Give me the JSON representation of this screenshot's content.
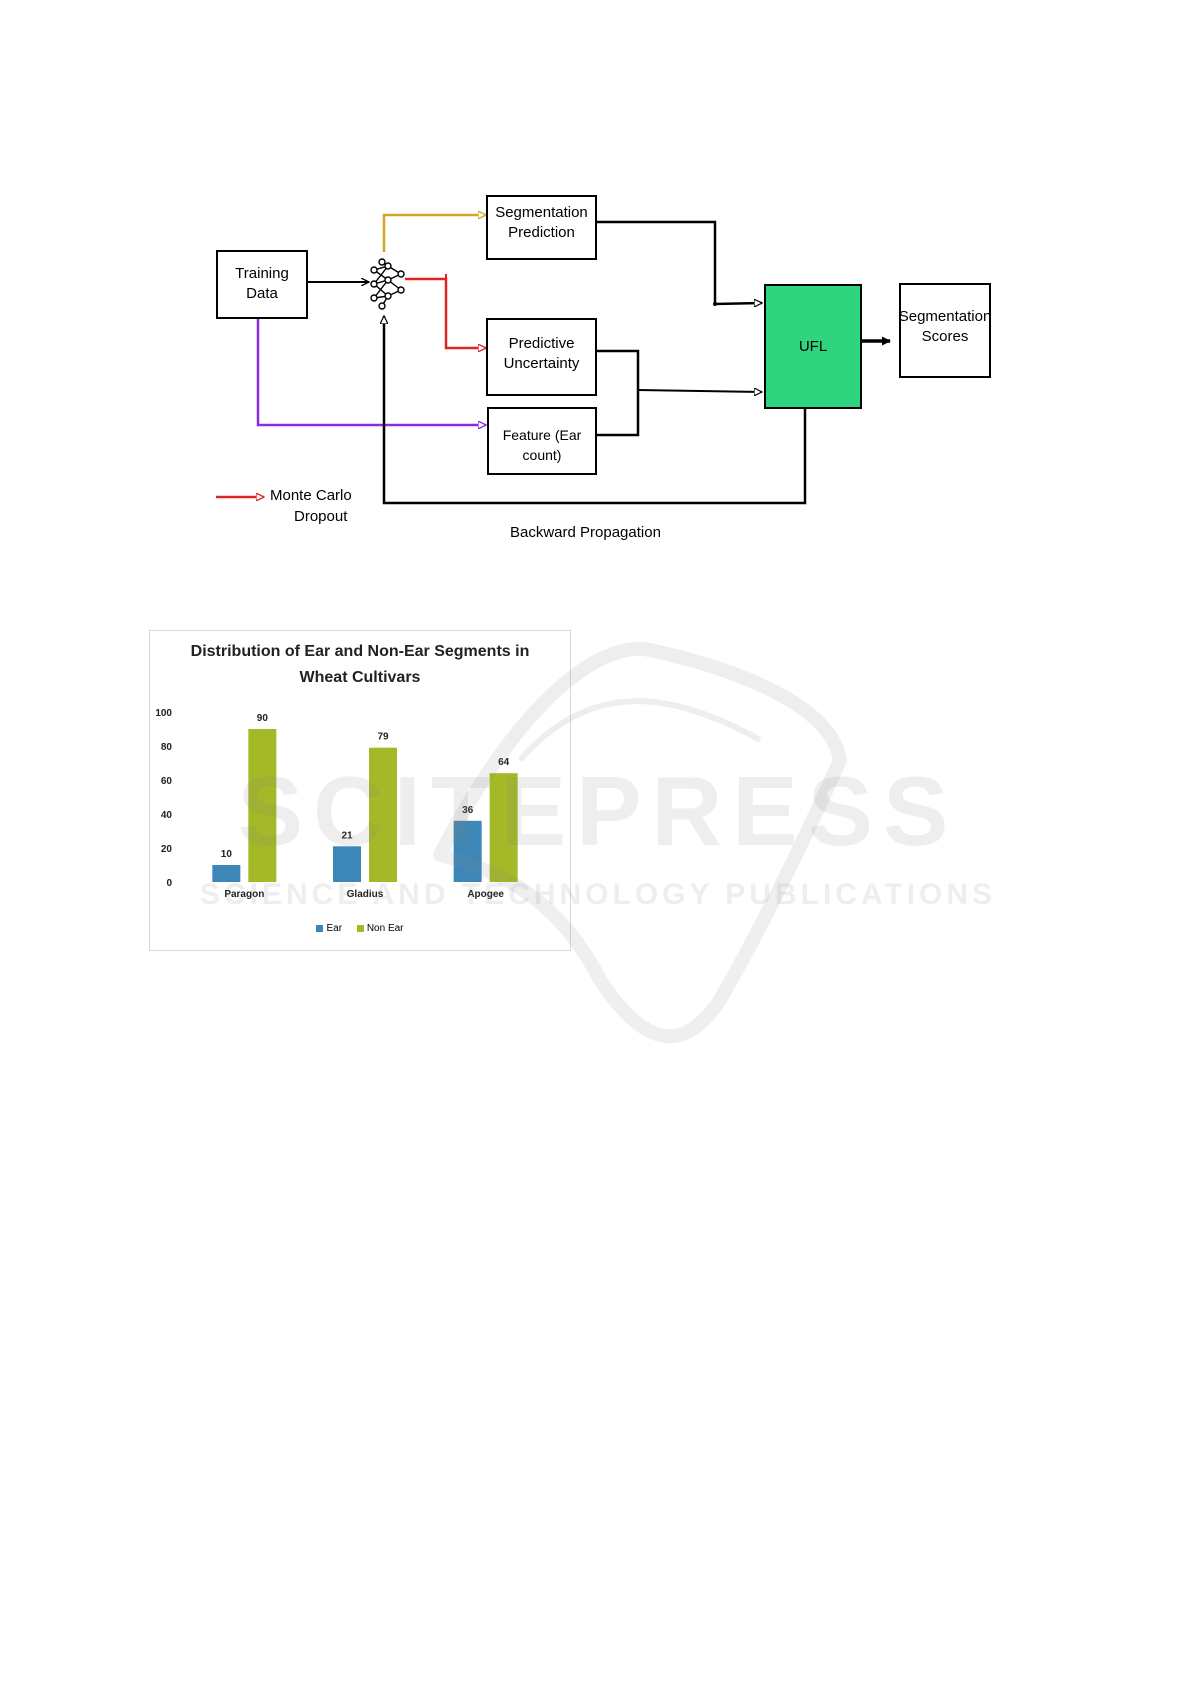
{
  "diagram": {
    "training_data": "Training Data",
    "seg_prediction": [
      "Segmentation",
      "Prediction"
    ],
    "pred_uncertainty": [
      "Predictive",
      "Uncertainty"
    ],
    "feature": "Feature (Ear count)",
    "ufl": "UFL",
    "seg_scores": [
      "Segmentation",
      "Scores"
    ],
    "legend_mc": [
      "Monte Carlo",
      "Dropout"
    ],
    "backward": "Backward Propagation",
    "colors": {
      "yellow": "#d4a628",
      "red": "#e02424",
      "purple": "#8a2be2",
      "green": "#2ed47e"
    }
  },
  "watermark": {
    "big": "SCITEPRESS",
    "small": "SCIENCE AND TECHNOLOGY PUBLICATIONS"
  },
  "chart_data": {
    "type": "bar",
    "title": "Distribution of Ear and Non-Ear Segments in Wheat Cultivars",
    "title_lines": [
      "Distribution of Ear and Non-Ear Segments in",
      "Wheat Cultivars"
    ],
    "categories": [
      "Paragon",
      "Gladius",
      "Apogee"
    ],
    "series": [
      {
        "name": "Ear",
        "values": [
          10,
          21,
          36
        ],
        "color": "#3d87b8"
      },
      {
        "name": "Non Ear",
        "values": [
          90,
          79,
          64
        ],
        "color": "#a5b828"
      }
    ],
    "yticks": [
      "0",
      "20",
      "40",
      "60",
      "80",
      "100"
    ],
    "ylim": [
      0,
      100
    ],
    "grid": false,
    "legend": "bottom"
  }
}
